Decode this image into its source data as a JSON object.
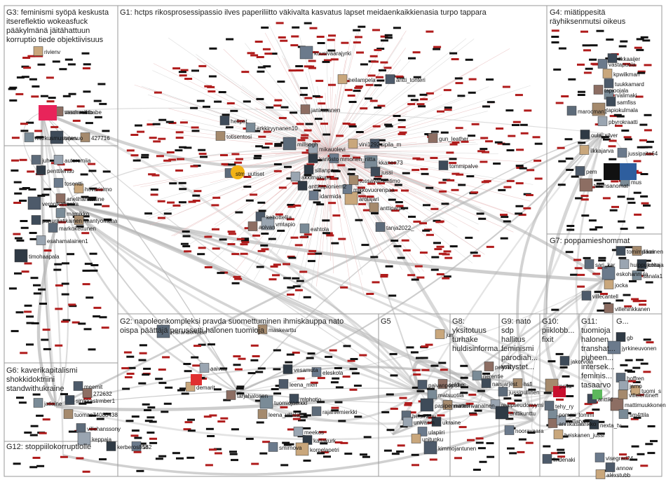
{
  "groups": [
    {
      "id": "G1",
      "title_lines": [
        "G1: hctps rikosprosessipassio ilves paperiliitto väkivalta kasvatus lapset meidaenkaikkienasia turpo tappara"
      ]
    },
    {
      "id": "G2",
      "title_lines": [
        "G2: napoleonkompleksi pravda suomettuminen ihmiskauppa nato",
        "oispa päättäjä perussetti halonen tuomioja"
      ]
    },
    {
      "id": "G3",
      "title_lines": [
        "G3: feminismi syöpä keskusta",
        "itsereflektio wokeasfuck",
        "pääkylmänä jäitähattuun",
        "korruptio tiede objektiivisuus"
      ]
    },
    {
      "id": "G4",
      "title_lines": [
        "G4: miätippesitä",
        "räyhiksenmutsi oikeus"
      ]
    },
    {
      "id": "G5",
      "title_lines": [
        "G5"
      ]
    },
    {
      "id": "G6",
      "title_lines": [
        "G6: kaverikapitalismi",
        "shokkidoktriini",
        "standwithukraine"
      ]
    },
    {
      "id": "G7",
      "title_lines": [
        "G7: poppamieshommat"
      ]
    },
    {
      "id": "G8",
      "title_lines": [
        "G8:",
        "yksitotuus",
        "turhake",
        "huldisinforma..."
      ]
    },
    {
      "id": "G9",
      "title_lines": [
        "G9: nato",
        "sdp",
        "hallitus",
        "feminismi",
        "parodiah...",
        "yritystet..."
      ]
    },
    {
      "id": "G10",
      "title_lines": [
        "G10:",
        "piiklobb...",
        "fixit"
      ]
    },
    {
      "id": "G11",
      "title_lines": [
        "G11:",
        "tuomioja",
        "halonen",
        "transhat...",
        "puheen...",
        "intersek...",
        "feminis...",
        "tasaarvo"
      ]
    },
    {
      "id": "G12",
      "title_lines": [
        "G12: stoppiilokorruptiolle"
      ]
    },
    {
      "id": "G13",
      "title_lines": [
        "G..."
      ]
    }
  ],
  "labels": [
    "kuusivaarajyrki",
    "heilampela",
    "antti_tonteri",
    "janirasanen",
    "erkkiryynanen10",
    "helipet",
    "totisentosi",
    "millsogh",
    "mikauolevi",
    "kari6sto",
    "mmonen_riitta",
    "vini1292",
    "sipila_m",
    "gun_leather",
    "kkanen73",
    "jussi",
    "tossavainentimo",
    "stm_uutiset",
    "akkimakupa",
    "anttitapioniem2",
    "idarmida",
    "arolajari",
    "kehottelija",
    "aoivan",
    "eahtola",
    "tommipalve",
    "anttiparpo",
    "tanja2022_",
    "vmtapio",
    "sillanpa",
    "mikkovuorenpaa",
    "rivienv",
    "vasenmisto",
    "macheathbabe",
    "markusmustajarv",
    "nnesuo",
    "427716",
    "juh",
    "auteromiia",
    "penttilehtio",
    "tosentti",
    "hovarisimo",
    "veronikahonka",
    "anelihamalaine",
    "mamikko",
    "panuraatikainen",
    "mantyomena",
    "markokettunen",
    "esahamalainen1",
    "timohaapala",
    "vastapuola",
    "kpwilkman",
    "tuukkamard",
    "tapioojala",
    "rvalimaki",
    "samfiss",
    "tapiokulmala",
    "marocman1",
    "pbyrokraatti",
    "oula_silver",
    "jussipaita64",
    "ilkkajarva",
    "pem",
    "turunsanomat",
    "mus",
    "tomimpaan",
    "ilikainen",
    "sari_kar",
    "huippujohtaja",
    "koira",
    "eskohannula",
    "jocka",
    "villecantell",
    "villehinkkanen",
    "sanala1",
    "ilkkaaijer",
    "maskearttu",
    "msrandomfinn",
    "aaivaa",
    "vesamuta",
    "eleskola",
    "demarit",
    "leena_meri",
    "tarjahalonen",
    "tuomiojaerkki",
    "mlphotio",
    "leena_villala",
    "rajaniemierkki",
    "meekos",
    "katjakurk",
    "smirnova",
    "korpelapetri",
    "meemit",
    "272632",
    "jatlaine",
    "sinikkastrmber1",
    "tuomas74088438",
    "villehanssony",
    "keppaja",
    "kerberos858",
    "162",
    "jun",
    "paivanpopulisti",
    "pirkko",
    "matsuotila",
    "pasipennanen",
    "mattiohvanainen",
    "helsinkuu",
    "univasm",
    "ukraine",
    "ulapiiri",
    "unitunku",
    "kimmojantunen",
    "peltola",
    "nerentie",
    "naisjarjest",
    "hsfi",
    "jussipullinen",
    "realpseudonyymi",
    "anttikunttu",
    "nooravaara",
    "heiskanen_jussi",
    "lindenaki",
    "annikasaarikko",
    "pommi_tommi",
    "jakorvola",
    "polla",
    "tehy_ry",
    "millaryt",
    "nexta_tv",
    "visegrad24",
    "alexstubb",
    "annow",
    "mattimuukkonen",
    "sm4ttila",
    "anttiki",
    "villelehtinen",
    "hoffren",
    "jarno",
    "gb",
    "jyrkineuvonen",
    "tuomi_s"
  ]
}
